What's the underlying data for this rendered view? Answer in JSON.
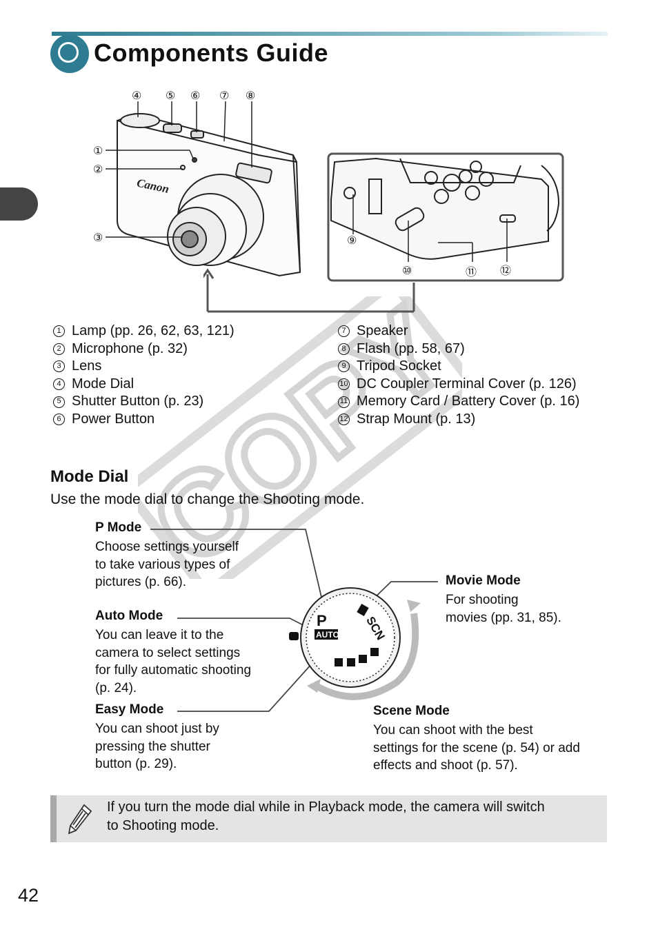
{
  "page": {
    "title": "Components Guide",
    "page_number": "42",
    "watermark": "COPY"
  },
  "camera_front": {
    "brand": "Canon",
    "callouts": [
      "①",
      "②",
      "③",
      "④",
      "⑤",
      "⑥",
      "⑦",
      "⑧"
    ]
  },
  "camera_bottom": {
    "callouts": [
      "⑨",
      "⑩",
      "⑪",
      "⑫"
    ]
  },
  "components": [
    {
      "num": "1",
      "label": "Lamp (pp. 26, 62, 63, 121)"
    },
    {
      "num": "2",
      "label": "Microphone (p. 32)"
    },
    {
      "num": "3",
      "label": "Lens"
    },
    {
      "num": "4",
      "label": "Mode Dial"
    },
    {
      "num": "5",
      "label": "Shutter Button (p. 23)"
    },
    {
      "num": "6",
      "label": "Power Button"
    },
    {
      "num": "7",
      "label": "Speaker"
    },
    {
      "num": "8",
      "label": "Flash (pp. 58, 67)"
    },
    {
      "num": "9",
      "label": "Tripod Socket"
    },
    {
      "num": "10",
      "label": "DC Coupler Terminal Cover (p. 126)"
    },
    {
      "num": "11",
      "label": "Memory Card / Battery Cover (p. 16)"
    },
    {
      "num": "12",
      "label": "Strap Mount (p. 13)"
    }
  ],
  "mode_dial": {
    "heading": "Mode Dial",
    "intro": "Use the mode dial to change the Shooting mode.",
    "dial_marks": {
      "p": "P",
      "auto": "AUTO",
      "scn": "SCN"
    },
    "p_mode": {
      "title": "P Mode",
      "lines": [
        "Choose settings yourself",
        "to take various types of",
        "pictures (p. 66)."
      ]
    },
    "auto_mode": {
      "title": "Auto Mode",
      "lines": [
        "You can leave it to the",
        "camera to select settings",
        "for fully automatic shooting",
        "(p. 24)."
      ]
    },
    "easy_mode": {
      "title": "Easy Mode",
      "lines": [
        "You can shoot just by",
        "pressing the shutter",
        "button (p. 29)."
      ]
    },
    "movie_mode": {
      "title": "Movie Mode",
      "lines": [
        "For shooting",
        "movies (pp. 31, 85)."
      ]
    },
    "scene_mode": {
      "title": "Scene Mode",
      "lines": [
        "You can shoot with the best",
        "settings for the scene (p. 54) or add",
        "effects and shoot (p. 57)."
      ]
    }
  },
  "note": {
    "icon": "pencil-icon",
    "text_line1": "If you turn the mode dial while in Playback mode, the camera will switch",
    "text_line2": "to Shooting mode."
  },
  "colors": {
    "accent": "#2e7c91",
    "tab": "#444444",
    "note_bg": "#e4e4e4"
  }
}
